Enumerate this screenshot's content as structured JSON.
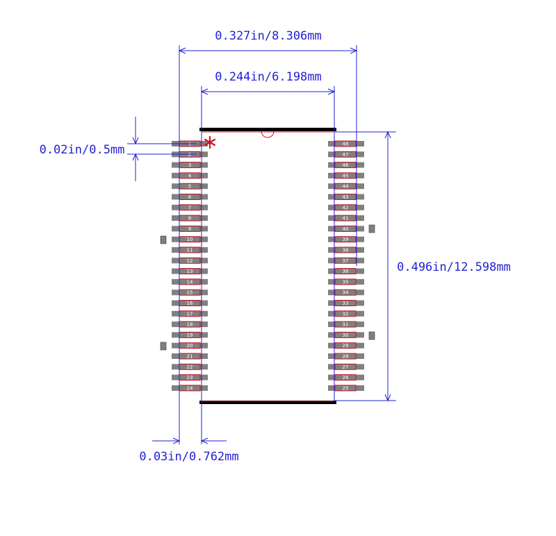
{
  "dimensions": {
    "overall_width": "0.327in/8.306mm",
    "body_width": "0.244in/6.198mm",
    "pitch": "0.02in/0.5mm",
    "length": "0.496in/12.598mm",
    "pad_length": "0.03in/0.762mm"
  },
  "pins": {
    "left": [
      "1",
      "2",
      "3",
      "4",
      "5",
      "6",
      "7",
      "8",
      "9",
      "10",
      "11",
      "12",
      "13",
      "14",
      "15",
      "16",
      "17",
      "18",
      "19",
      "20",
      "21",
      "22",
      "23",
      "24"
    ],
    "right": [
      "48",
      "47",
      "46",
      "45",
      "44",
      "43",
      "42",
      "41",
      "40",
      "39",
      "38",
      "37",
      "36",
      "35",
      "34",
      "33",
      "32",
      "31",
      "30",
      "29",
      "28",
      "27",
      "26",
      "25"
    ]
  },
  "colors": {
    "dimension": "#1f1fd6",
    "pad": "#808080",
    "outline": "#cc1122",
    "body_edge": "#000000"
  },
  "marker": "pin-1-asterisk-icon"
}
